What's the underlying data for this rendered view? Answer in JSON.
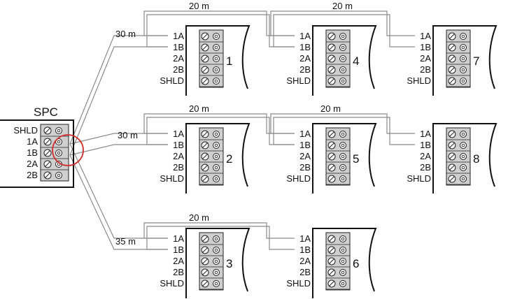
{
  "controller": {
    "title": "SPC",
    "terminals": [
      "SHLD",
      "1A",
      "1B",
      "2A",
      "2B"
    ]
  },
  "device_terminals": [
    "1A",
    "1B",
    "2A",
    "2B",
    "SHLD"
  ],
  "devices": [
    {
      "number": "1"
    },
    {
      "number": "4"
    },
    {
      "number": "7"
    },
    {
      "number": "2"
    },
    {
      "number": "5"
    },
    {
      "number": "8"
    },
    {
      "number": "3"
    },
    {
      "number": "6"
    }
  ],
  "distances": [
    {
      "label": "30 m"
    },
    {
      "label": "20 m"
    },
    {
      "label": "20 m"
    },
    {
      "label": "30 m"
    },
    {
      "label": "20 m"
    },
    {
      "label": "20 m"
    },
    {
      "label": "35 m"
    },
    {
      "label": "20 m"
    }
  ],
  "colors": {
    "wire": "#8a8a8a",
    "line": "#111111",
    "terminal_block": "#cfcfcf",
    "highlight": "#d0312d"
  },
  "icons": [
    "screw-slot-icon",
    "screw-round-icon"
  ]
}
